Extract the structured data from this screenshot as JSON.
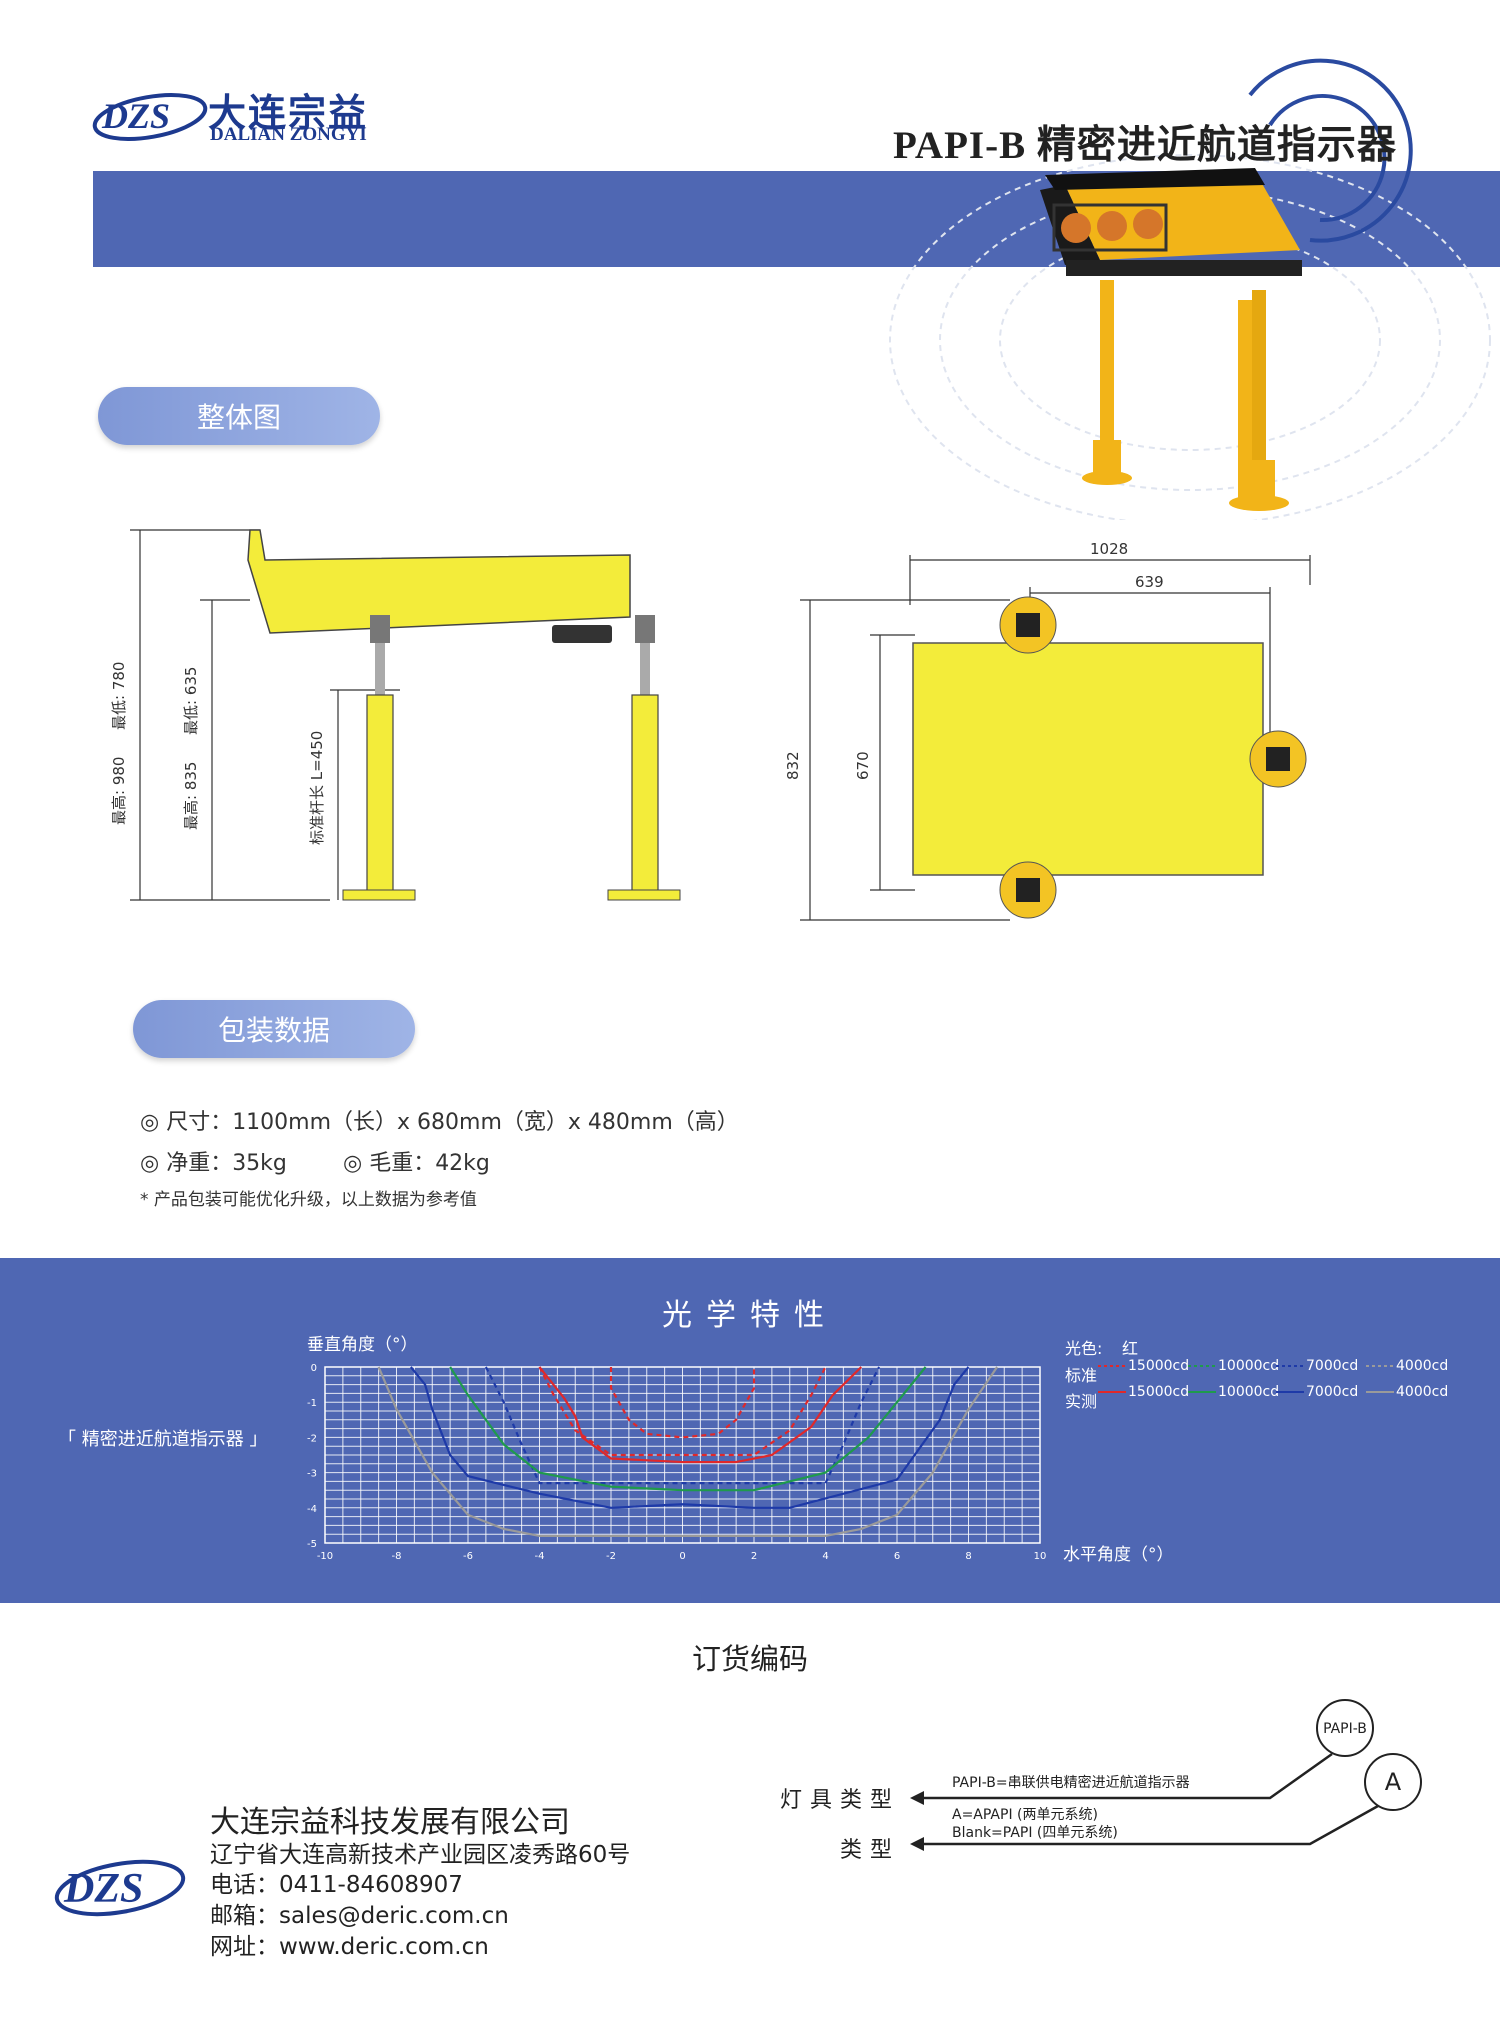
{
  "header": {
    "logo_text": "DZS",
    "brand_cn": "大连宗益",
    "brand_en": "DALIAN ZONGYI",
    "product_title": "PAPI-B 精密进近航道指示器"
  },
  "sections": {
    "overview_label": "整体图",
    "packaging_label": "包装数据",
    "optics_title": "光学特性",
    "order_title": "订货编码"
  },
  "dimensions": {
    "side_view": {
      "max_total": "最高: 980",
      "min_total": "最低: 780",
      "max_inner": "最高: 835",
      "min_inner": "最低: 635",
      "rod_length": "标准杆长 L=450"
    },
    "top_view": {
      "width_total": "1028",
      "width_inner": "639",
      "depth_total": "832",
      "depth_inner": "670"
    }
  },
  "packaging": {
    "size": "◎ 尺寸：1100mm（长）x 680mm（宽）x 480mm（高）",
    "net_weight": "◎ 净重：35kg",
    "gross_weight": "◎ 毛重：42kg",
    "note": "* 产品包装可能优化升级，以上数据为参考值"
  },
  "optics": {
    "side_label": "「 精密进近航道指示器 」",
    "legend": {
      "color_label": "光色:",
      "color_value": "红",
      "standard_label": "标准",
      "measured_label": "实测",
      "entries": [
        "15000cd",
        "10000cd",
        "7000cd",
        "4000cd"
      ],
      "colors": [
        "#e0282a",
        "#1f9a4c",
        "#1e3aa8",
        "#9a9a9a"
      ]
    }
  },
  "chart_data": {
    "type": "line",
    "title": "",
    "xlabel": "水平角度（°）",
    "ylabel": "垂直角度（°）",
    "xlim": [
      -10,
      10
    ],
    "ylim": [
      -5,
      0
    ],
    "x_ticks": [
      "-10",
      "-8",
      "-6",
      "-4",
      "-2",
      "0",
      "2",
      "4",
      "6",
      "8",
      "10"
    ],
    "y_ticks": [
      "0",
      "-1",
      "-2",
      "-3",
      "-4",
      "-5"
    ],
    "grid": true,
    "series": [
      {
        "name": "标准 15000cd",
        "style": "dashed",
        "color": "#e0282a",
        "x": [
          -2,
          -2,
          -1.5,
          -1,
          0,
          1,
          1.5,
          2,
          2
        ],
        "y": [
          0,
          -0.6,
          -1.5,
          -1.9,
          -2.0,
          -1.9,
          -1.5,
          -0.6,
          0
        ]
      },
      {
        "name": "标准 10000cd",
        "style": "dashed",
        "color": "#e0282a",
        "x": [
          -4,
          -3.6,
          -3,
          -2,
          0,
          2,
          3,
          3.6,
          4
        ],
        "y": [
          0,
          -0.8,
          -1.8,
          -2.5,
          -2.5,
          -2.5,
          -1.8,
          -0.8,
          0
        ]
      },
      {
        "name": "标准 7000cd",
        "style": "dashed",
        "color": "#1e3aa8",
        "x": [
          -5.5,
          -5,
          -4.5,
          -4,
          0,
          4,
          4.5,
          5,
          5.5
        ],
        "y": [
          0,
          -1,
          -2.2,
          -3.3,
          -3.3,
          -3.3,
          -2.2,
          -1,
          0
        ]
      },
      {
        "name": "实测 15000cd",
        "style": "solid",
        "color": "#e0282a",
        "x": [
          -4,
          -3.3,
          -3,
          -2.8,
          -2,
          0,
          1.5,
          2.5,
          3.6,
          4.2,
          5
        ],
        "y": [
          0,
          -0.9,
          -1.4,
          -2.0,
          -2.6,
          -2.7,
          -2.7,
          -2.5,
          -1.7,
          -0.8,
          0
        ]
      },
      {
        "name": "实测 10000cd",
        "style": "solid",
        "color": "#1f9a4c",
        "x": [
          -6.5,
          -6,
          -5,
          -4,
          -2,
          0,
          2,
          4,
          5.2,
          6,
          6.8
        ],
        "y": [
          0,
          -0.8,
          -2.2,
          -3.0,
          -3.4,
          -3.5,
          -3.5,
          -3.0,
          -2.0,
          -1.0,
          0
        ]
      },
      {
        "name": "实测 7000cd",
        "style": "solid",
        "color": "#1e3aa8",
        "x": [
          -7.6,
          -7.2,
          -7,
          -6.5,
          -6,
          -4,
          -2,
          0,
          2,
          3,
          6,
          7.2,
          7.6,
          8
        ],
        "y": [
          0,
          -0.5,
          -1.2,
          -2.5,
          -3.1,
          -3.6,
          -4.0,
          -3.9,
          -4.0,
          -4.0,
          -3.2,
          -1.5,
          -0.5,
          0
        ]
      },
      {
        "name": "实测 4000cd",
        "style": "solid",
        "color": "#9a9a9a",
        "x": [
          -8.5,
          -8,
          -7,
          -6,
          -5,
          -4,
          0,
          4,
          5,
          6,
          7,
          8,
          8.8
        ],
        "y": [
          0,
          -1.2,
          -3.0,
          -4.2,
          -4.6,
          -4.8,
          -4.8,
          -4.8,
          -4.6,
          -4.2,
          -3.0,
          -1.2,
          0
        ]
      }
    ]
  },
  "order": {
    "code_badge_1": "PAPI-B",
    "code_badge_2": "A",
    "type_line": "PAPI-B=串联供电精密进近航道指示器",
    "option_a": "A=APAPI (两单元系统)",
    "option_blank": "Blank=PAPI (四单元系统)",
    "label_fixture": "灯具类型",
    "label_type": "类型"
  },
  "footer": {
    "company": "大连宗益科技发展有限公司",
    "address": "辽宁省大连高新技术产业园区凌秀路60号",
    "phone": "电话：0411-84608907",
    "email": "邮箱：sales@deric.com.cn",
    "website": "网址：www.deric.com.cn"
  }
}
